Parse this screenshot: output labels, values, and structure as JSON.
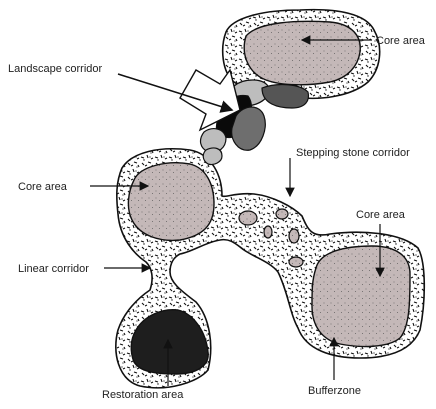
{
  "labels": {
    "core_area_top_right": "Core area",
    "landscape_corridor": "Landscape corridor",
    "stepping_stone_corridor": "Stepping stone corridor",
    "core_area_left": "Core area",
    "core_area_right": "Core area",
    "linear_corridor": "Linear corridor",
    "restoration_area": "Restoration area",
    "bufferzone": "Bufferzone"
  },
  "colors": {
    "core_area_fill": "#c4b8b8",
    "buffer_fill": "#ffffff",
    "outline": "#111111",
    "restoration_fill": "#1e1e1e",
    "corridor_light": "#bdbdbd",
    "corridor_mid": "#7a7a7a",
    "corridor_dark": "#4a4a4a",
    "corridor_black": "#0a0a0a"
  }
}
